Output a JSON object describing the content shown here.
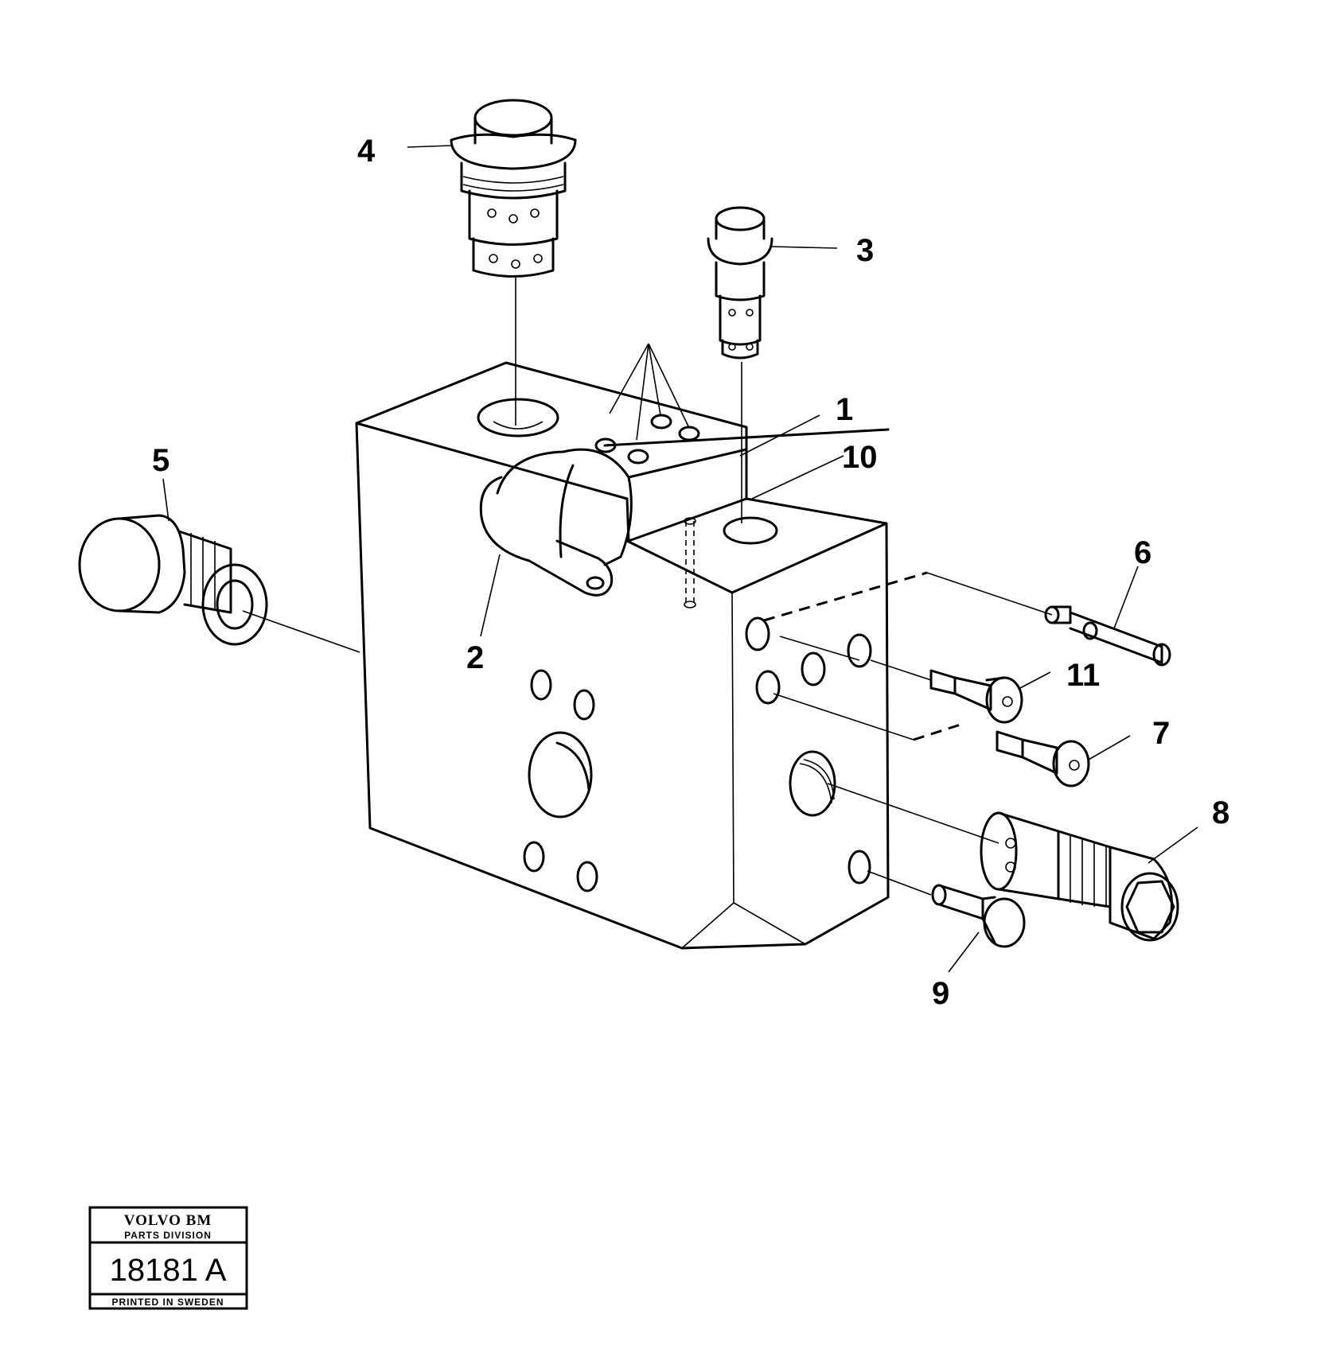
{
  "diagram": {
    "callouts": [
      "1",
      "2",
      "3",
      "4",
      "5",
      "6",
      "7",
      "8",
      "9",
      "10",
      "11"
    ]
  },
  "stamp": {
    "brand": "VOLVO BM",
    "division": "PARTS DIVISION",
    "number": "18181 A",
    "footer": "PRINTED IN SWEDEN"
  },
  "colors": {
    "ink": "#000000",
    "paper": "#ffffff"
  }
}
